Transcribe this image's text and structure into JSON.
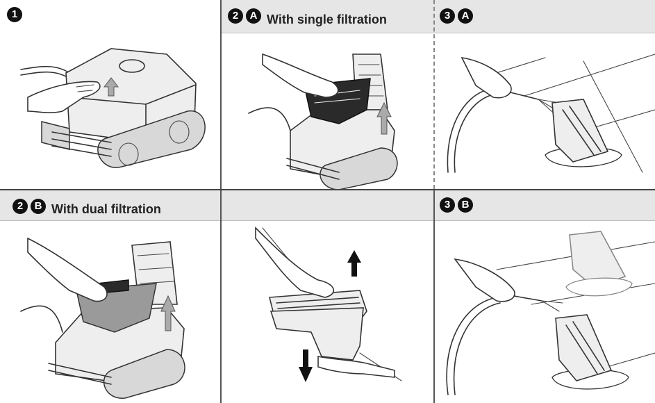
{
  "steps": {
    "s1": {
      "badges": [
        "1"
      ],
      "label": ""
    },
    "s2a": {
      "badges": [
        "2",
        "A"
      ],
      "label": "With single filtration"
    },
    "s3a": {
      "badges": [
        "3",
        "A"
      ],
      "label": ""
    },
    "s2b": {
      "badges": [
        "2",
        "B"
      ],
      "label": "With dual filtration"
    },
    "s3b": {
      "badges": [
        "3",
        "B"
      ],
      "label": ""
    }
  },
  "colors": {
    "header_bg": "#e6e6e6",
    "badge_bg": "#111111",
    "divider": "#555555"
  },
  "icons": {
    "lift_arrow": "grey-up-arrow",
    "pull_apart_arrows": "black-up-down-arrows"
  }
}
